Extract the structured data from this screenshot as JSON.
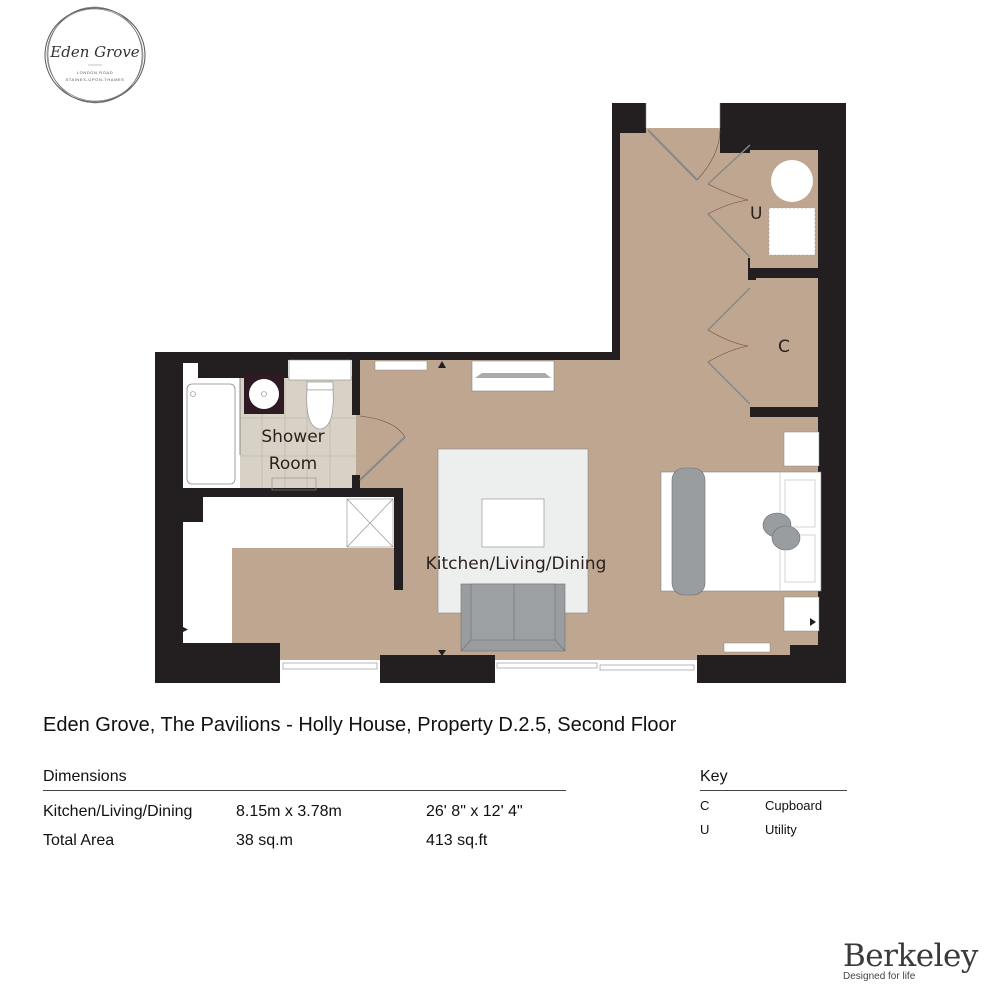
{
  "logo": {
    "name": "Eden Grove",
    "line1": "LONDON ROAD",
    "line2": "STAINES-UPON-THAMES"
  },
  "floorplan": {
    "rooms": {
      "shower_room_line1": "Shower",
      "shower_room_line2": "Room",
      "kitchen_living_dining": "Kitchen/Living/Dining",
      "utility_letter": "U",
      "cupboard_letter": "C"
    },
    "colors": {
      "wall": "#231f20",
      "floor": "#bfa690",
      "bathroom_floor": "#d8d2c6",
      "rug": "#edeeee",
      "furniture_grey": "#999da0"
    }
  },
  "title": "Eden Grove, The Pavilions - Holly House, Property D.2.5, Second Floor",
  "dimensions": {
    "heading": "Dimensions",
    "rows": [
      {
        "room": "Kitchen/Living/Dining",
        "metric": "8.15m x 3.78m",
        "imperial": "26' 8\" x 12' 4\""
      },
      {
        "room": "Total Area",
        "metric": "38 sq.m",
        "imperial": "413 sq.ft"
      }
    ]
  },
  "key": {
    "heading": "Key",
    "items": [
      {
        "code": "C",
        "label": "Cupboard"
      },
      {
        "code": "U",
        "label": "Utility"
      }
    ]
  },
  "brand": {
    "name": "Berkeley",
    "tagline": "Designed for life"
  }
}
